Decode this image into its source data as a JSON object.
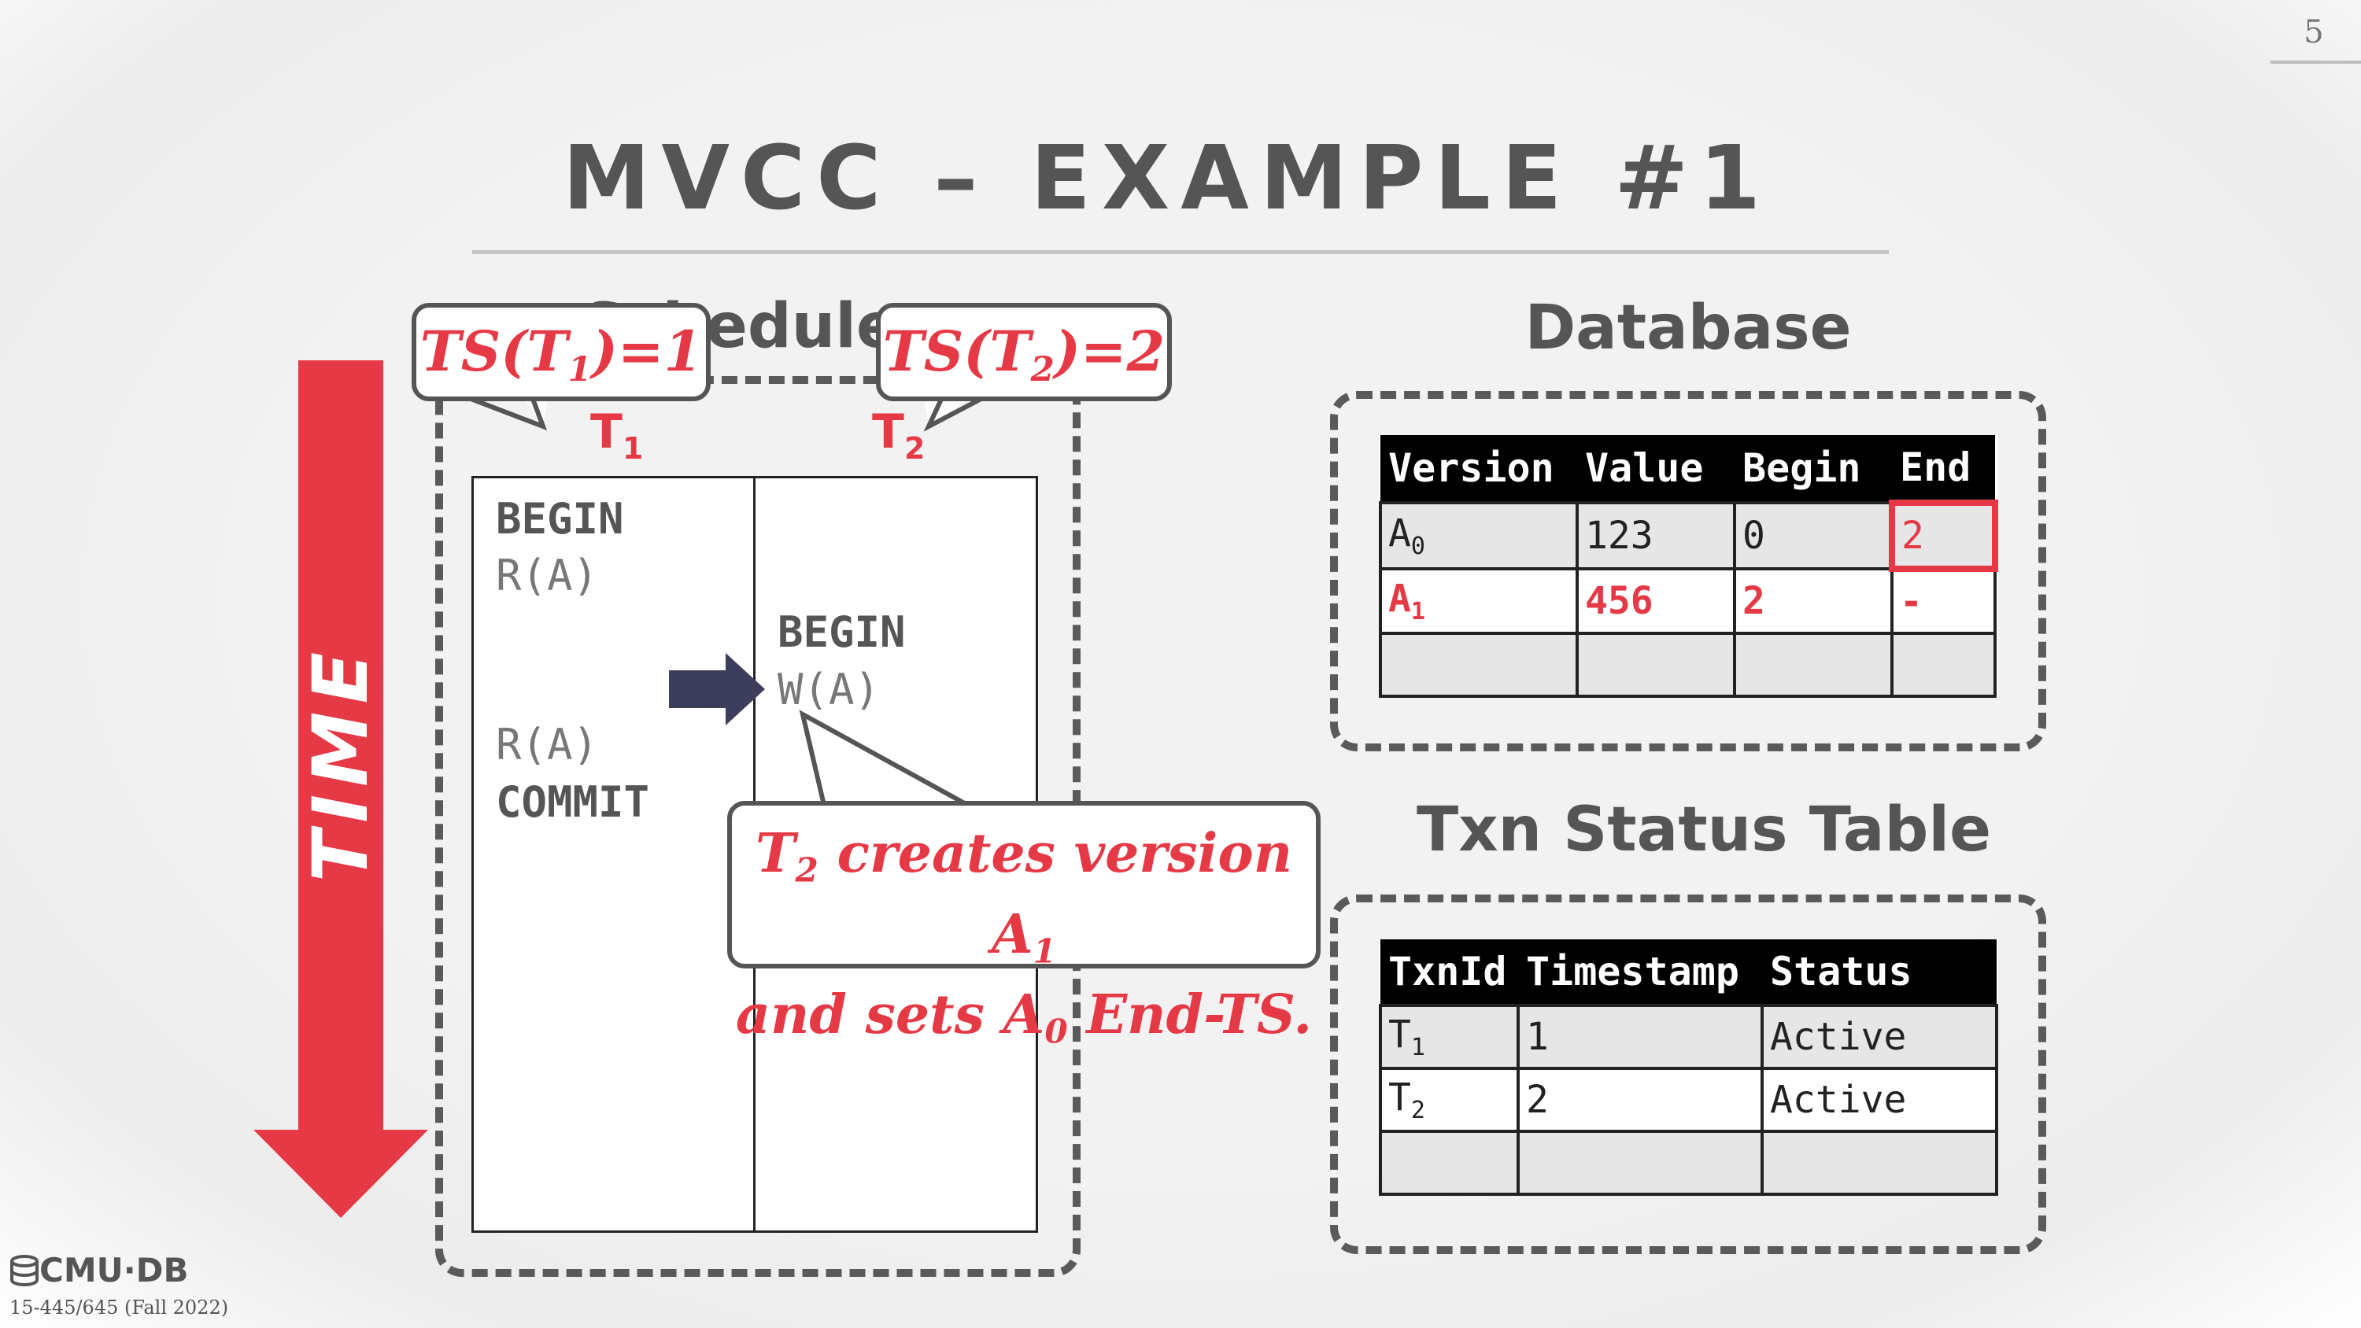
{
  "page_number": "5",
  "title": "MVCC – EXAMPLE #1",
  "time_label": "TIME",
  "schedule": {
    "label": "Schedule",
    "t1": {
      "name": "T",
      "sub": "1"
    },
    "t2": {
      "name": "T",
      "sub": "2"
    },
    "t1_ops": [
      "BEGIN",
      "R(A)",
      "R(A)",
      "COMMIT"
    ],
    "t2_ops": [
      "BEGIN",
      "W(A)"
    ]
  },
  "callouts": {
    "ts1": {
      "prefix": "TS(T",
      "sub": "1",
      "suffix": ")=1"
    },
    "ts2": {
      "prefix": "TS(T",
      "sub": "2",
      "suffix": ")=2"
    },
    "note": {
      "line1_a": "T",
      "line1_sub1": "2",
      "line1_b": " creates version A",
      "line1_sub2": "1",
      "line2_a": "and sets A",
      "line2_sub": "0",
      "line2_b": " End-TS."
    }
  },
  "database": {
    "title": "Database",
    "headers": [
      "Version",
      "Value",
      "Begin",
      "End"
    ],
    "rows": [
      {
        "version": "A",
        "version_sub": "0",
        "value": "123",
        "begin": "0",
        "end": "2"
      },
      {
        "version": "A",
        "version_sub": "1",
        "value": "456",
        "begin": "2",
        "end": "-"
      }
    ]
  },
  "txn_status": {
    "title": "Txn Status Table",
    "headers": [
      "TxnId",
      "Timestamp",
      "Status"
    ],
    "rows": [
      {
        "txn": "T",
        "txn_sub": "1",
        "timestamp": "1",
        "status": "Active"
      },
      {
        "txn": "T",
        "txn_sub": "2",
        "timestamp": "2",
        "status": "Active"
      }
    ]
  },
  "footer": {
    "logo": "CMU·DB",
    "course": "15-445/645 (Fall 2022)"
  },
  "colors": {
    "accent": "#e63946",
    "dark_text": "#555555",
    "arrow": "#3d3d5c"
  }
}
